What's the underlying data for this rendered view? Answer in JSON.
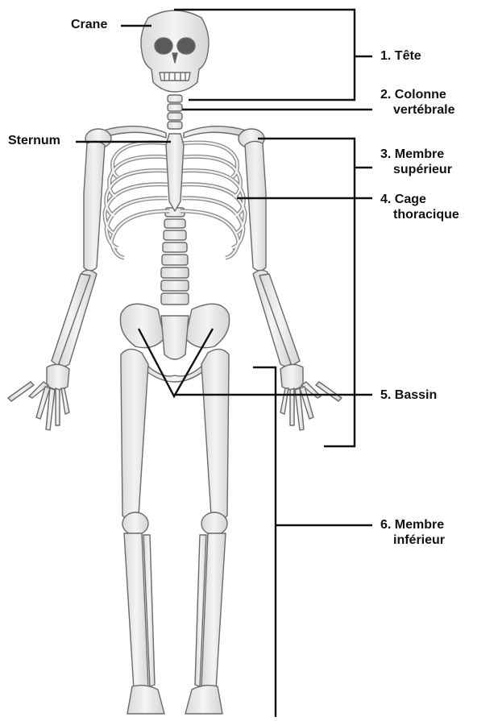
{
  "labels": {
    "crane": "Crane",
    "sternum": "Sternum",
    "tete": "1. Tête",
    "colonne_1": "2. Colonne",
    "colonne_2": "vertébrale",
    "membre_sup_1": "3. Membre",
    "membre_sup_2": "supérieur",
    "cage_1": "4. Cage",
    "cage_2": "thoracique",
    "bassin": "5. Bassin",
    "membre_inf_1": "6. Membre",
    "membre_inf_2": "inférieur"
  },
  "colors": {
    "bone_fill": "#ececec",
    "bone_stroke": "#6a6a6a",
    "leader_line": "#111111"
  }
}
